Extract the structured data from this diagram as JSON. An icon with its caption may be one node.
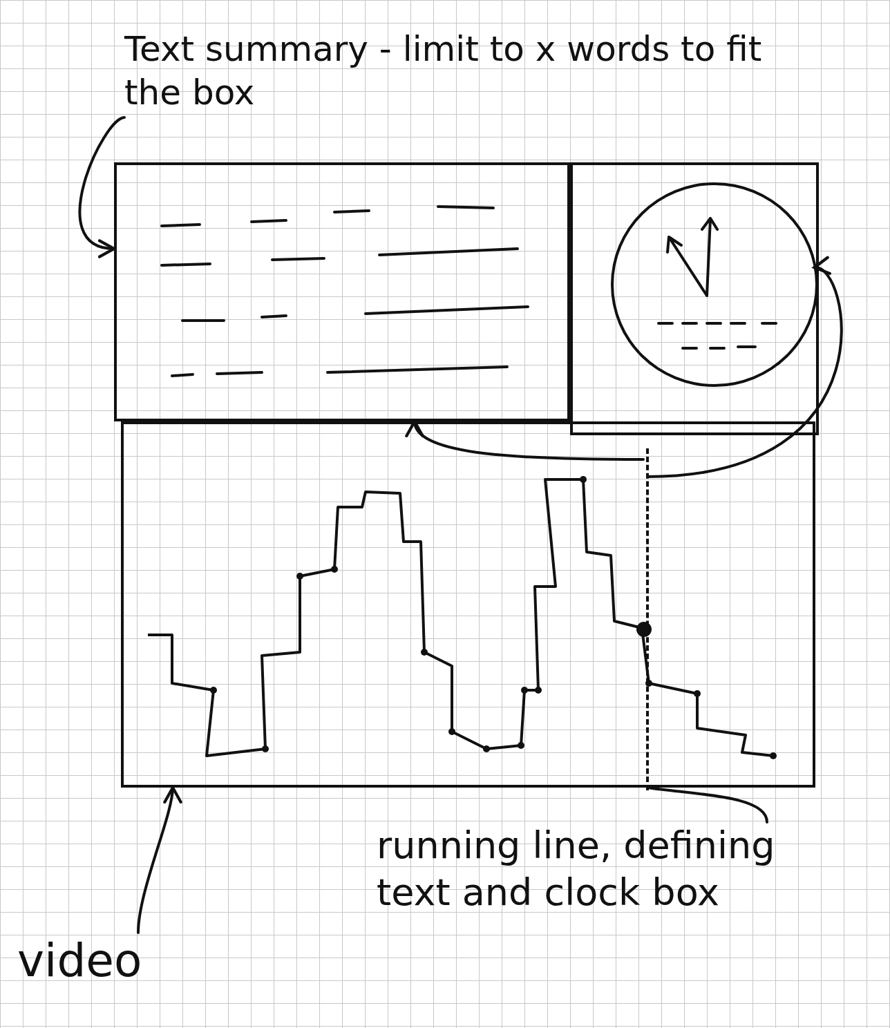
{
  "diagram": {
    "nodes": [
      {
        "text": [
          "Text summary - limit to x words to fit the box"
        ]
      },
      {
        "text": [],
        "shape": "box"
      },
      {
        "text": [],
        "shape": "box"
      },
      {
        "text": [],
        "shape": "circle",
        "in": 2
      },
      {
        "text": [],
        "shape": "box"
      },
      {
        "text": [],
        "shape": "line",
        "in": 4
      },
      {
        "text": [
          "video"
        ]
      },
      {
        "text": [
          "running line, defining text and clock box"
        ]
      }
    ],
    "edges": [
      {
        "from": 0,
        "to": 1,
        "arrow": "to"
      },
      {
        "from": 5,
        "to": 1,
        "arrow": "to"
      },
      {
        "from": 5,
        "to": 3,
        "arrow": "to"
      },
      {
        "from": 6,
        "to": 4,
        "arrow": "to"
      },
      {
        "from": 7,
        "to": 5,
        "arrow": "none"
      }
    ]
  }
}
